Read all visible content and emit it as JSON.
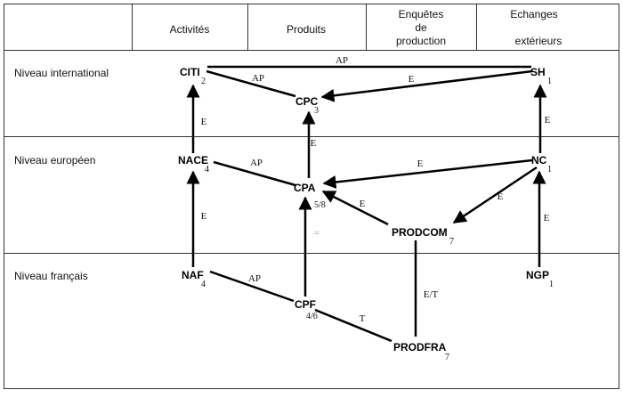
{
  "header": {
    "columns": [
      "Activités",
      "Produits",
      "Enquêtes",
      "de",
      "production",
      "Echanges",
      "extérieurs"
    ]
  },
  "levels": [
    "Niveau international",
    "Niveau européen",
    "Niveau français"
  ],
  "nodes": {
    "citi": {
      "label": "CITI",
      "sub": "2"
    },
    "sh": {
      "label": "SH",
      "sub": "1"
    },
    "cpc": {
      "label": "CPC",
      "sub": "3"
    },
    "nace": {
      "label": "NACE",
      "sub": "4"
    },
    "nc": {
      "label": "NC",
      "sub": "1"
    },
    "cpa": {
      "label": "CPA",
      "sub": "5/8"
    },
    "prodcom": {
      "label": "PRODCOM",
      "sub": "7"
    },
    "naf": {
      "label": "NAF",
      "sub": "4"
    },
    "ngp": {
      "label": "NGP",
      "sub": "1"
    },
    "cpf": {
      "label": "CPF",
      "sub": "4/6"
    },
    "prodfra": {
      "label": "PRODFRA",
      "sub": "7"
    }
  },
  "edge_labels": {
    "citi_sh": "AP",
    "citi_cpc": "AP",
    "sh_cpc": "E",
    "nace_citi": "E",
    "cpa_cpc": "E",
    "nc_sh": "E",
    "nace_cpa": "AP",
    "nc_cpa": "E",
    "nc_prodcom": "E",
    "prodcom_cpa": "E",
    "cpa_prodcom_equal": "=",
    "naf_nace": "E",
    "ngp_nc": "E",
    "naf_cpf": "AP",
    "cpf_prodfra": "T",
    "prodcom_prodfra": "E/T"
  }
}
